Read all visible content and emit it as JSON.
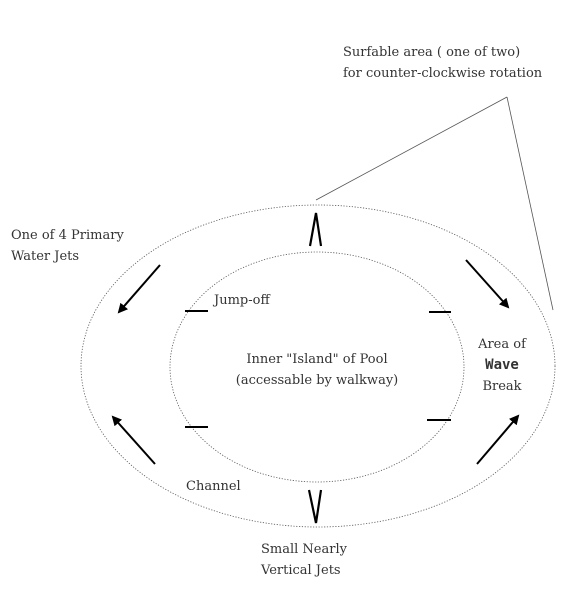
{
  "labels": {
    "surfable_line1": "Surfable area ( one of two)",
    "surfable_line2": "for counter-clockwise rotation",
    "jets_line1": "One of 4 Primary",
    "jets_line2": "Water Jets",
    "jumpoff": "Jump-off",
    "island_line1": "Inner \"Island\" of Pool",
    "island_line2": "(accessable by walkway)",
    "area_line1": "Area of",
    "area_line2": "Wave",
    "area_line3": "Break",
    "channel": "Channel",
    "small_line1": "Small Nearly",
    "small_line2": "Vertical Jets"
  }
}
